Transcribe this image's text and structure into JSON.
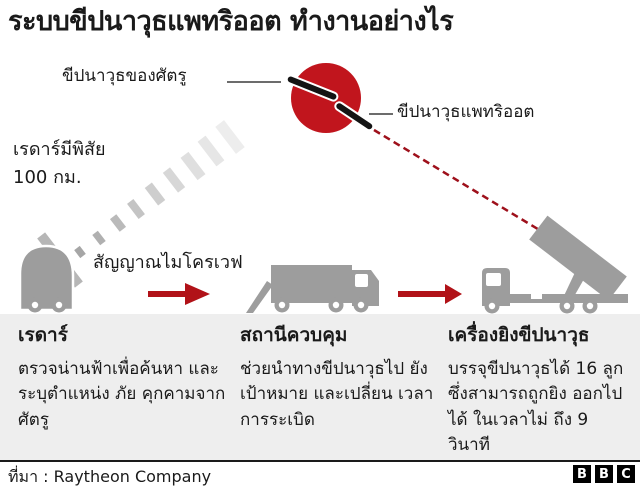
{
  "title": "ระบบขีปนาวุธแพทริออต ทำงานอย่างไร",
  "explosion": {
    "enemy_missile_label": "ขีปนาวุธของศัตรู",
    "patriot_missile_label": "ขีปนาวุธแพทริออต"
  },
  "radar_range": {
    "line1": "เรดาร์มีพิสัย",
    "line2": "100 กม."
  },
  "microwave_label": "สัญญาณไมโครเวฟ",
  "columns": [
    {
      "title": "เรดาร์",
      "description": "ตรวจน่านฟ้าเพื่อค้นหา และระบุตำแหน่ง ภัย คุกคามจากศัตรู"
    },
    {
      "title": "สถานีควบคุม",
      "description": "ช่วยนำทางขีปนาวุธไป ยังเป้าหมาย และเปลี่ยน เวลาการระเบิด"
    },
    {
      "title": "เครื่องยิงขีปนาวุธ",
      "description": "บรรจุขีปนาวุธได้ 16 ลูก ซึ่งสามารถถูกยิง ออกไปได้ ในเวลาไม่ ถึง 9 วินาที"
    }
  ],
  "footer": {
    "source": "ที่มา : Raytheon Company",
    "logo_letters": [
      "B",
      "B",
      "C"
    ]
  },
  "colors": {
    "accent_red": "#b11218",
    "explosion_red": "#c1151d",
    "dashed_path_red": "#9e101b",
    "vehicle_gray": "#9d9d9d",
    "band_gray": "#eeeeee"
  }
}
